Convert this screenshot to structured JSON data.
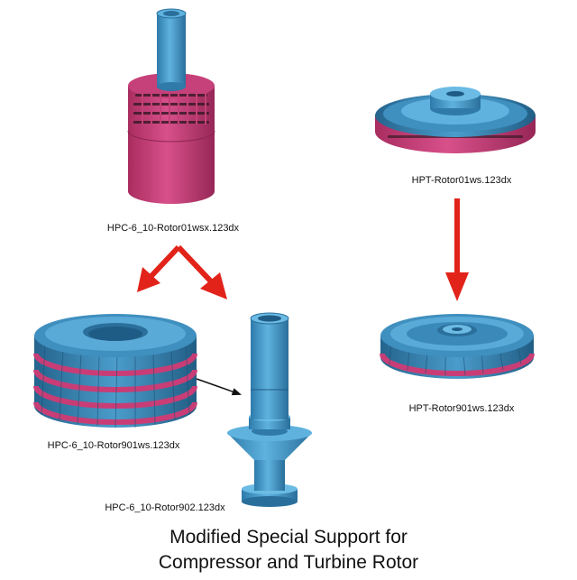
{
  "labels": {
    "hpc_rotor01": "HPC-6_10-Rotor01wsx.123dx",
    "hpt_rotor01": "HPT-Rotor01ws.123dx",
    "hpc_rotor901": "HPC-6_10-Rotor901ws.123dx",
    "hpc_rotor902": "HPC-6_10-Rotor902.123dx",
    "hpt_rotor901": "HPT-Rotor901ws.123dx"
  },
  "caption": {
    "line1": "Modified Special Support for",
    "line2": "Compressor and Turbine Rotor"
  },
  "colors": {
    "blue": "#4a9ccc",
    "blue_dark": "#2f7aa8",
    "magenta": "#c93d76",
    "magenta_dark": "#9e2a5a",
    "arrow_red": "#e2231a"
  }
}
